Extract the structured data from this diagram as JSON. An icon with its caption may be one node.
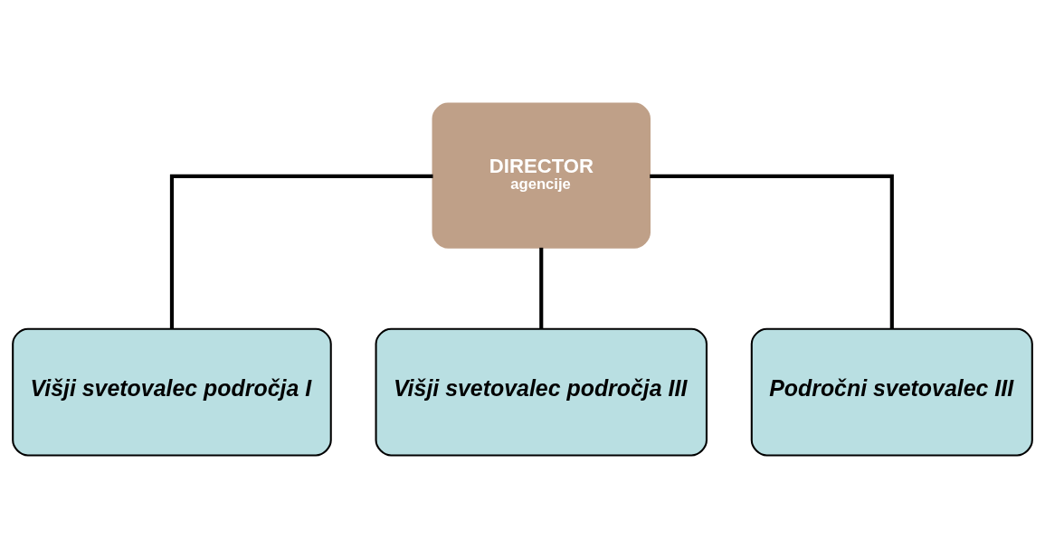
{
  "diagram": {
    "nodes": [
      {
        "text": [
          "DIRECTOR",
          "agencije"
        ]
      },
      {
        "text": [
          "Višji svetovalec področja I"
        ]
      },
      {
        "text": [
          "Višji svetovalec področja III"
        ]
      },
      {
        "text": [
          "Področni svetovalec III"
        ]
      }
    ],
    "edges": [
      {
        "from": 0,
        "to": 1,
        "arrow": "none"
      },
      {
        "from": 0,
        "to": 2,
        "arrow": "none"
      },
      {
        "from": 0,
        "to": 3,
        "arrow": "none"
      }
    ]
  }
}
